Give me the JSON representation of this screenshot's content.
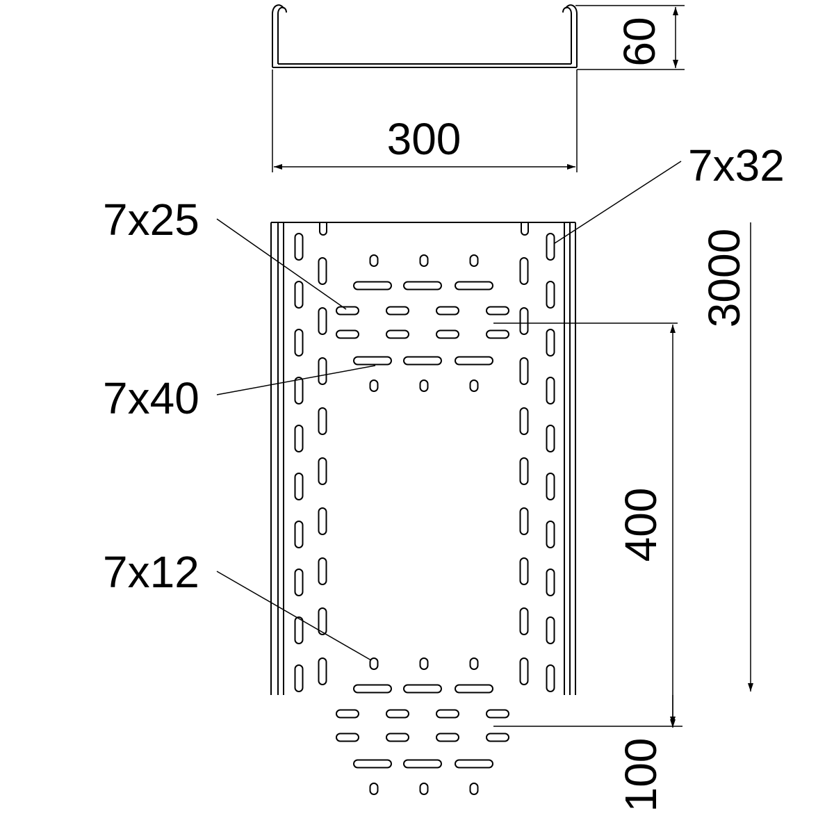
{
  "dimensions": {
    "height": "60",
    "width": "300",
    "length": "3000",
    "slot_pitch": "400",
    "end_offset": "100"
  },
  "callouts": {
    "side_slot": "7x32",
    "longitudinal_slot": "7x25",
    "transverse_slot": "7x40",
    "hole": "7x12"
  },
  "colors": {
    "line": "#000000",
    "background": "#ffffff"
  }
}
